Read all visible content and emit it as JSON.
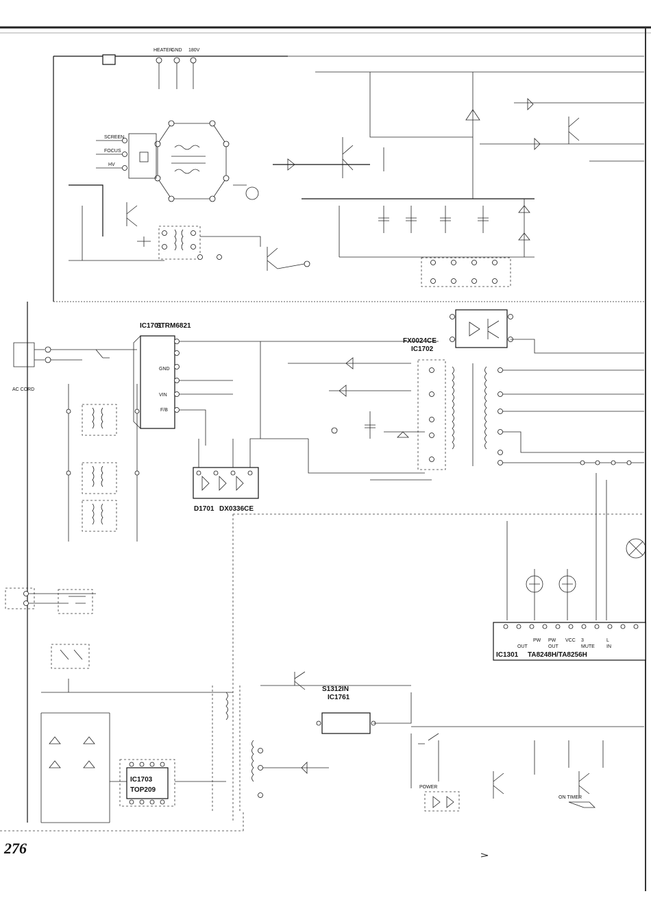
{
  "page_number": "276",
  "ics": {
    "ic1701_ref": "IC1701",
    "ic1701_part": "STRM6821",
    "ic1701_pins": [
      "GND",
      "VIN",
      "F/B"
    ],
    "ic1702_ref": "IC1702",
    "ic1702_part": "FX0024CE",
    "ic1703_ref": "IC1703",
    "ic1703_part": "TOP209",
    "ic1761_ref": "IC1761",
    "ic1761_part": "S1312IN",
    "ic1301_ref": "IC1301",
    "ic1301_part": "TA8248H/TA8256H",
    "ic1301_pins": [
      "PW",
      "OUT",
      "PW",
      "OUT",
      "VCC",
      "3",
      "MUTE",
      "L",
      "IN"
    ]
  },
  "diodes": {
    "d1701_ref": "D1701",
    "d1701_part": "DX0336CE"
  },
  "flyback": {
    "terminals": [
      "HEATER",
      "GND",
      "180V",
      "SCREEN",
      "FOCUS",
      "HV"
    ]
  },
  "ac_input": {
    "label": "AC CORD"
  },
  "annotations": {
    "power": "POWER",
    "on_timer": "ON TIMER"
  }
}
